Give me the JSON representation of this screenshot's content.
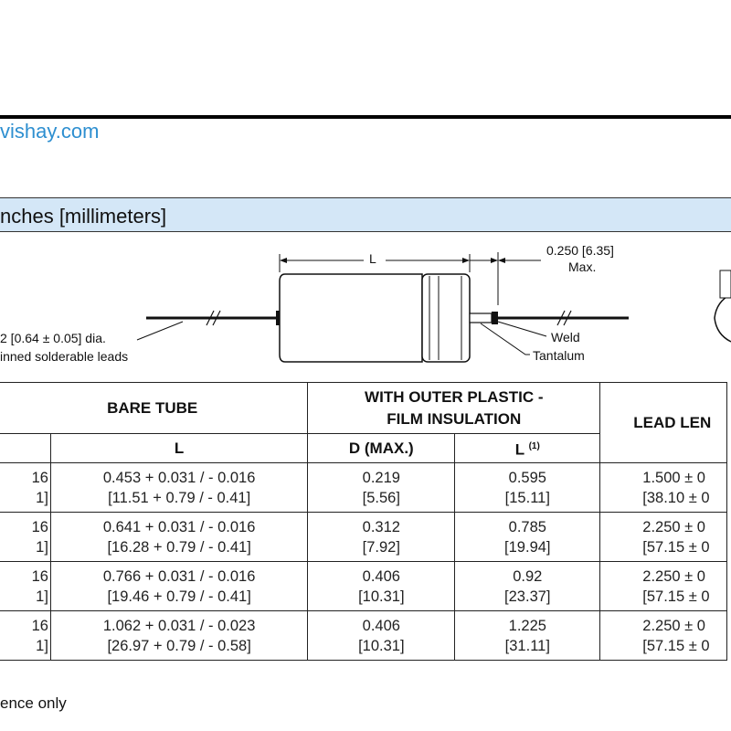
{
  "header": {
    "url": "vishay.com"
  },
  "section": {
    "title": "nches [millimeters]"
  },
  "drawing": {
    "dim_l": "L",
    "dim_max_line1": "0.250 [6.35]",
    "dim_max_line2": "Max.",
    "lead_dia": "2 [0.64 ± 0.05] dia.",
    "lead_type": "inned solderable leads",
    "weld": "Weld",
    "tantalum": "Tantalum"
  },
  "table": {
    "bare_tube": "BARE TUBE",
    "outer_line1": "WITH OUTER PLASTIC -",
    "outer_line2": "FILM INSULATION",
    "lead_length": "LEAD LEN",
    "col_l": "L",
    "col_dmax": "D (MAX.)",
    "col_l2": "L",
    "col_l2_note": "(1)",
    "rows": [
      {
        "c0a": "16",
        "c0b": "1]",
        "la": "0.453 + 0.031 / - 0.016",
        "lb": "[11.51 + 0.79 / - 0.41]",
        "da": "0.219",
        "db": "[5.56]",
        "l2a": "0.595",
        "l2b": "[15.11]",
        "leada": "1.500 ± 0",
        "leadb": "[38.10 ± 0"
      },
      {
        "c0a": "16",
        "c0b": "1]",
        "la": "0.641 + 0.031 / - 0.016",
        "lb": "[16.28 + 0.79 / - 0.41]",
        "da": "0.312",
        "db": "[7.92]",
        "l2a": "0.785",
        "l2b": "[19.94]",
        "leada": "2.250 ± 0",
        "leadb": "[57.15 ± 0"
      },
      {
        "c0a": "16",
        "c0b": "1]",
        "la": "0.766 + 0.031 / - 0.016",
        "lb": "[19.46 + 0.79 / - 0.41]",
        "da": "0.406",
        "db": "[10.31]",
        "l2a": "0.92",
        "l2b": "[23.37]",
        "leada": "2.250 ± 0",
        "leadb": "[57.15 ± 0"
      },
      {
        "c0a": "16",
        "c0b": "1]",
        "la": "1.062 + 0.031 / - 0.023",
        "lb": "[26.97 + 0.79 / - 0.58]",
        "da": "0.406",
        "db": "[10.31]",
        "l2a": "1.225",
        "l2b": "[31.11]",
        "leada": "2.250 ± 0",
        "leadb": "[57.15 ± 0"
      }
    ]
  },
  "footnote": "ence only"
}
